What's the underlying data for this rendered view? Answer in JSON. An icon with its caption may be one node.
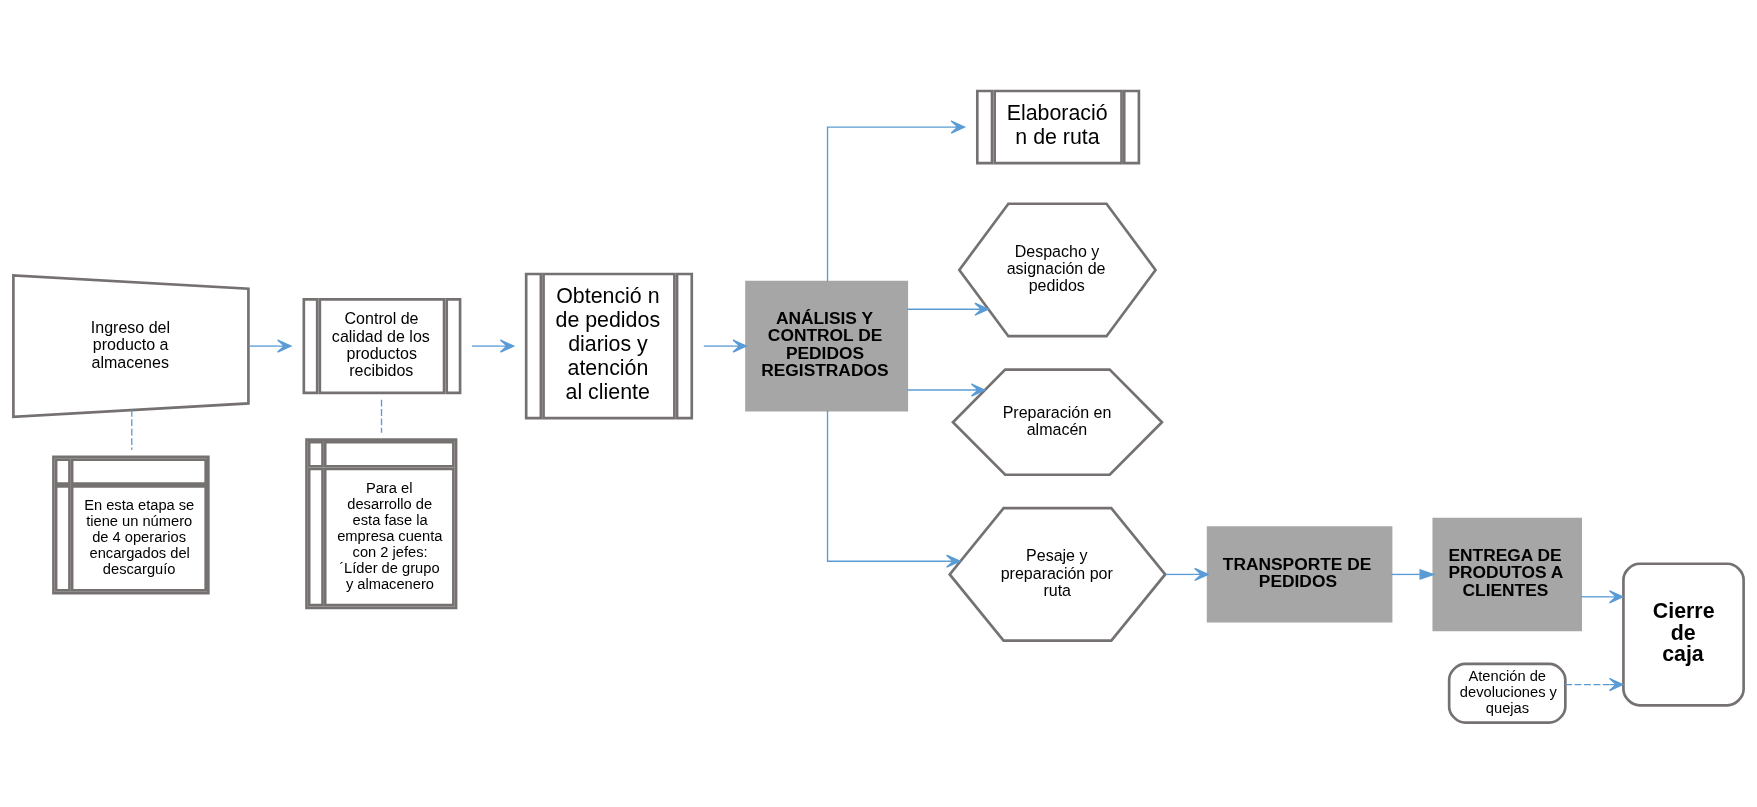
{
  "diagram": {
    "nodes": [
      {
        "text": [
          "Ingreso del producto a almacenes"
        ]
      },
      {
        "text": [
          "Control de calidad de los productos recibidos"
        ]
      },
      {
        "text": [
          "Obtenció n de pedidos diarios y atención al cliente"
        ]
      },
      {
        "text": [
          "ANÁLISIS Y CONTROL DE PEDIDOS REGISTRADOS"
        ]
      },
      {
        "text": [
          "Elaboració n de ruta"
        ]
      },
      {
        "text": [
          "Despacho y asignación de pedidos"
        ]
      },
      {
        "text": [
          "Preparación en almacén"
        ]
      },
      {
        "text": [
          "Pesaje y preparación por ruta"
        ]
      },
      {
        "text": [
          "TRANSPORTE DE PEDIDOS"
        ]
      },
      {
        "text": [
          "ENTREGA DE PRODUTOS A CLIENTES"
        ]
      },
      {
        "text": [
          "Atención de devoluciones y quejas"
        ]
      },
      {
        "text": [
          "Cierre de caja"
        ]
      },
      {
        "text": [
          "En esta etapa se tiene un número de 4 operarios encargados del descarguío"
        ]
      },
      {
        "text": [
          "Para el desarrollo de esta fase la empresa cuenta con 2 jefes: ´Líder de grupo y almacenero"
        ]
      }
    ],
    "edges": [
      {
        "from": 0,
        "to": 1,
        "arrow": "to"
      },
      {
        "from": 1,
        "to": 2,
        "arrow": "to"
      },
      {
        "from": 2,
        "to": 3,
        "arrow": "to"
      },
      {
        "from": 3,
        "to": 4,
        "arrow": "to"
      },
      {
        "from": 3,
        "to": 5,
        "arrow": "to"
      },
      {
        "from": 3,
        "to": 6,
        "arrow": "to"
      },
      {
        "from": 3,
        "to": 7,
        "arrow": "to"
      },
      {
        "from": 7,
        "to": 8,
        "arrow": "to"
      },
      {
        "from": 8,
        "to": 9,
        "arrow": "to"
      },
      {
        "from": 9,
        "to": 11,
        "arrow": "to"
      },
      {
        "from": 10,
        "to": 11,
        "arrow": "to",
        "style": "dashed"
      },
      {
        "from": 0,
        "to": 12,
        "arrow": "none",
        "style": "dashed"
      },
      {
        "from": 1,
        "to": 13,
        "arrow": "none",
        "style": "dashed"
      }
    ]
  }
}
